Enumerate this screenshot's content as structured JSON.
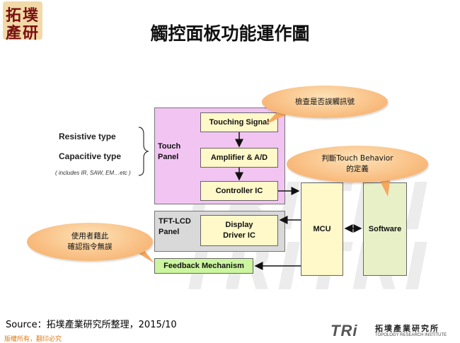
{
  "logo": {
    "line1": "拓墣",
    "line2": "產研"
  },
  "title": "觸控面板功能運作圖",
  "watermark": "TRITRI TRITRI",
  "left_labels": {
    "resistive": "Resistive type",
    "capacitive": "Capacitive type",
    "note": "( includes IR, SAW, EM…etc )"
  },
  "touch_panel": {
    "label_line1": "Touch",
    "label_line2": "Panel",
    "touching_signal": "Touching Signal",
    "amplifier": "Amplifier & A/D",
    "controller": "Controller IC"
  },
  "tft_panel": {
    "label_line1": "TFT-LCD",
    "label_line2": "Panel",
    "driver_line1": "Display",
    "driver_line2": "Driver IC"
  },
  "feedback": "Feedback Mechanism",
  "mcu": "MCU",
  "software": "Software",
  "bubbles": {
    "check": "檢查是否誤觸訊號",
    "judge_line1": "判斷Touch Behavior",
    "judge_line2": "的定義",
    "user_line1": "使用者藉此",
    "user_line2": "確認指令無誤"
  },
  "footer": {
    "source": "Source：拓墣產業研究所整理，2015/10",
    "copyright": "版權所有，翻印必究",
    "logo_text": "TRi",
    "org_name": "拓墣產業研究所",
    "org_en": "TOPOLOGY RESEARCH INSTITUTE"
  },
  "colors": {
    "touch_panel_bg": "#f2c4f2",
    "tft_panel_bg": "#d9d9d9",
    "feedback_bg": "#ccf5a0",
    "mcu_bg": "#fff8c8",
    "software_bg": "#e8f0c8",
    "bubble": "#f6a860"
  }
}
